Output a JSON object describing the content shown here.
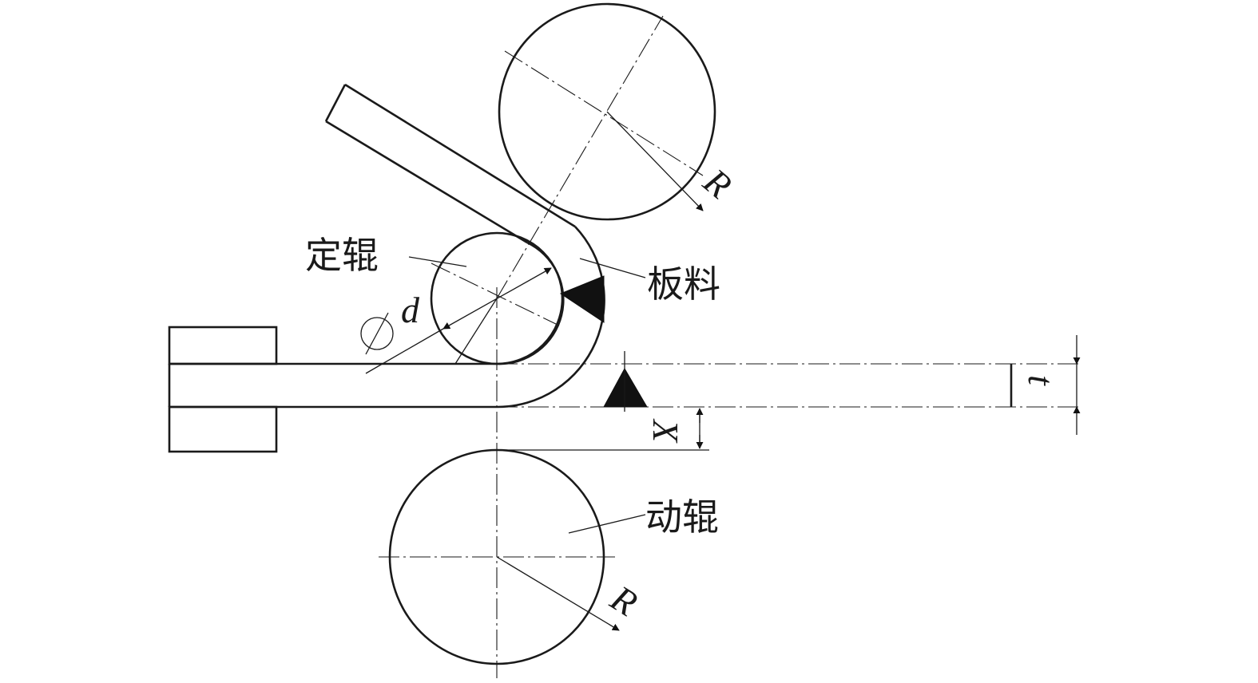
{
  "labels": {
    "fixed_roller": "定辊",
    "sheet": "板料",
    "moving_roller": "动辊",
    "diameter_symbol": "⌀",
    "diameter": "d",
    "radius_upper": "R",
    "radius_lower": "R",
    "thickness": "t",
    "gap": "X"
  },
  "colors": {
    "line": "#1a1a1a",
    "fill": "#111111",
    "background": "#ffffff"
  }
}
